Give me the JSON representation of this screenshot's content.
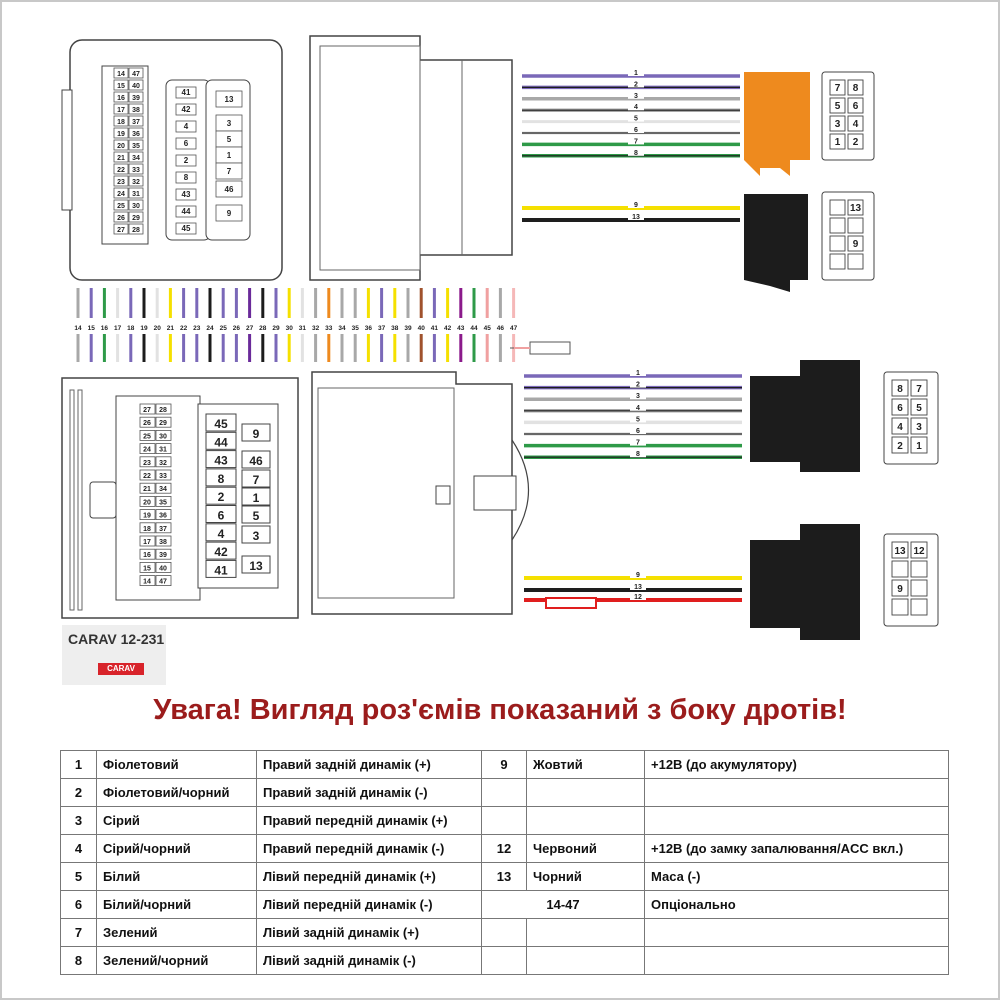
{
  "warning": "Увага! Вигляд роз'ємів показаний з боку дротів!",
  "badge": {
    "model": "CARAV 12-231",
    "logo": "CARAV"
  },
  "colors": {
    "violet": "#7a68b8",
    "grey": "#a8a8a8",
    "white": "#e2e2e2",
    "green": "#2e9a48",
    "yellow": "#f5e000",
    "black": "#1e1e1e",
    "red": "#e01e1e",
    "orange": "#ee8a1e",
    "dark": "#1c1c1c"
  },
  "top_wires_speakers": [
    "1",
    "2",
    "3",
    "4",
    "5",
    "6",
    "7",
    "8"
  ],
  "top_wires_power": [
    "9",
    "13"
  ],
  "bottom_wires_speakers": [
    "1",
    "2",
    "3",
    "4",
    "5",
    "6",
    "7",
    "8"
  ],
  "bottom_wires_power": [
    "9",
    "13",
    "12"
  ],
  "pin_strip": [
    "14",
    "15",
    "16",
    "17",
    "18",
    "19",
    "20",
    "21",
    "22",
    "23",
    "24",
    "25",
    "26",
    "27",
    "28",
    "29",
    "30",
    "31",
    "32",
    "33",
    "34",
    "35",
    "36",
    "37",
    "38",
    "39",
    "40",
    "41",
    "42",
    "43",
    "44",
    "45",
    "46",
    "47"
  ],
  "plug_top": {
    "grid_left": [
      "14",
      "15",
      "16",
      "17",
      "18",
      "19",
      "20",
      "21",
      "22",
      "23",
      "24",
      "25",
      "26",
      "27"
    ],
    "grid_right": [
      "47",
      "40",
      "39",
      "38",
      "37",
      "36",
      "35",
      "34",
      "33",
      "32",
      "31",
      "30",
      "29",
      "28"
    ],
    "mid_col": [
      "41",
      "42",
      "4",
      "6",
      "2",
      "8",
      "43",
      "44",
      "45"
    ],
    "right_col": [
      "13",
      "3",
      "5",
      "1",
      "7",
      "46",
      "9"
    ]
  },
  "plug_bottom": {
    "grid_left": [
      "27",
      "26",
      "25",
      "24",
      "23",
      "22",
      "21",
      "20",
      "19",
      "18",
      "17",
      "16",
      "15",
      "14"
    ],
    "grid_right": [
      "28",
      "29",
      "30",
      "31",
      "32",
      "33",
      "34",
      "35",
      "36",
      "37",
      "38",
      "39",
      "40",
      "47"
    ],
    "big_left": [
      "45",
      "44",
      "43",
      "8",
      "2",
      "6",
      "4",
      "42",
      "41"
    ],
    "big_right": [
      "9",
      "46",
      "7",
      "1",
      "5",
      "3",
      "13"
    ]
  },
  "iso_top_a": [
    [
      "7",
      "8"
    ],
    [
      "5",
      "6"
    ],
    [
      "3",
      "4"
    ],
    [
      "1",
      "2"
    ]
  ],
  "iso_top_b": [
    [
      "",
      "13"
    ],
    [
      "",
      ""
    ],
    [
      "",
      "9"
    ],
    [
      "",
      ""
    ]
  ],
  "iso_bottom_a": [
    [
      "8",
      "7"
    ],
    [
      "6",
      "5"
    ],
    [
      "4",
      "3"
    ],
    [
      "2",
      "1"
    ]
  ],
  "iso_bottom_b": [
    [
      "13",
      "12"
    ],
    [
      "",
      ""
    ],
    [
      "9",
      ""
    ],
    [
      "",
      ""
    ]
  ],
  "table": [
    [
      "1",
      "Фіолетовий",
      "Правий задній динамік (+)",
      "9",
      "Жовтий",
      "+12В (до акумулятору)"
    ],
    [
      "2",
      "Фіолетовий/чорний",
      "Правий задній динамік (-)",
      "",
      "",
      ""
    ],
    [
      "3",
      "Сірий",
      "Правий передній динамік (+)",
      "",
      "",
      ""
    ],
    [
      "4",
      "Сірий/чорний",
      "Правий передній динамік (-)",
      "12",
      "Червоний",
      "+12В (до замку запалювання/ACC вкл.)"
    ],
    [
      "5",
      "Білий",
      "Лівий передній динамік (+)",
      "13",
      "Чорний",
      "Маса (-)"
    ],
    [
      "6",
      "Білий/чорний",
      "Лівий передній динамік (-)",
      "14-47",
      "",
      "Опціонально"
    ],
    [
      "7",
      "Зелений",
      "Лівий задній динамік (+)",
      "",
      "",
      ""
    ],
    [
      "8",
      "Зелений/чорний",
      "Лівий задній динамік (-)",
      "",
      "",
      ""
    ]
  ]
}
